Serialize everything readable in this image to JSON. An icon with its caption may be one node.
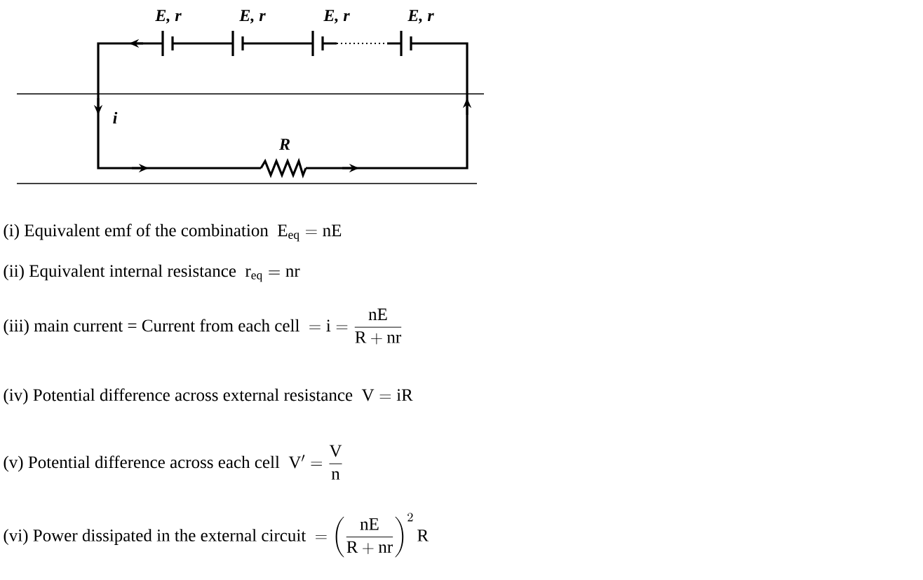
{
  "diagram": {
    "labels": [
      "E, r",
      "E, r",
      "E, r",
      "E, r",
      "i",
      "R",
      "(i) Equivalent emf of the combination",
      "\\mathrm{E}_{\\mathrm{eq}} = \\mathrm{nE}",
      "(ii) Equivalent internal resistance",
      "\\mathrm{r}_{\\mathrm{eq}} = \\mathrm{nr}",
      "(iii) main current = Current from each cell",
      "= \\mathrm{i} = \\dfrac{\\mathrm{nE}}{\\mathrm{R} + \\mathrm{nr}}",
      "(iv) Potential difference across external resistance",
      "\\mathrm{V} = \\mathrm{iR}",
      "(v) Potential difference across each cell",
      "\\mathrm{V}' = \\dfrac{\\mathrm{V}}{\\mathrm{n}}",
      "(vi) Power dissipated in the external circuit",
      "= \\left(\\dfrac{\\mathrm{nE}}{\\mathrm{R} + \\mathrm{nr}}\\right)^{2} \\mathrm{R}"
    ]
  }
}
